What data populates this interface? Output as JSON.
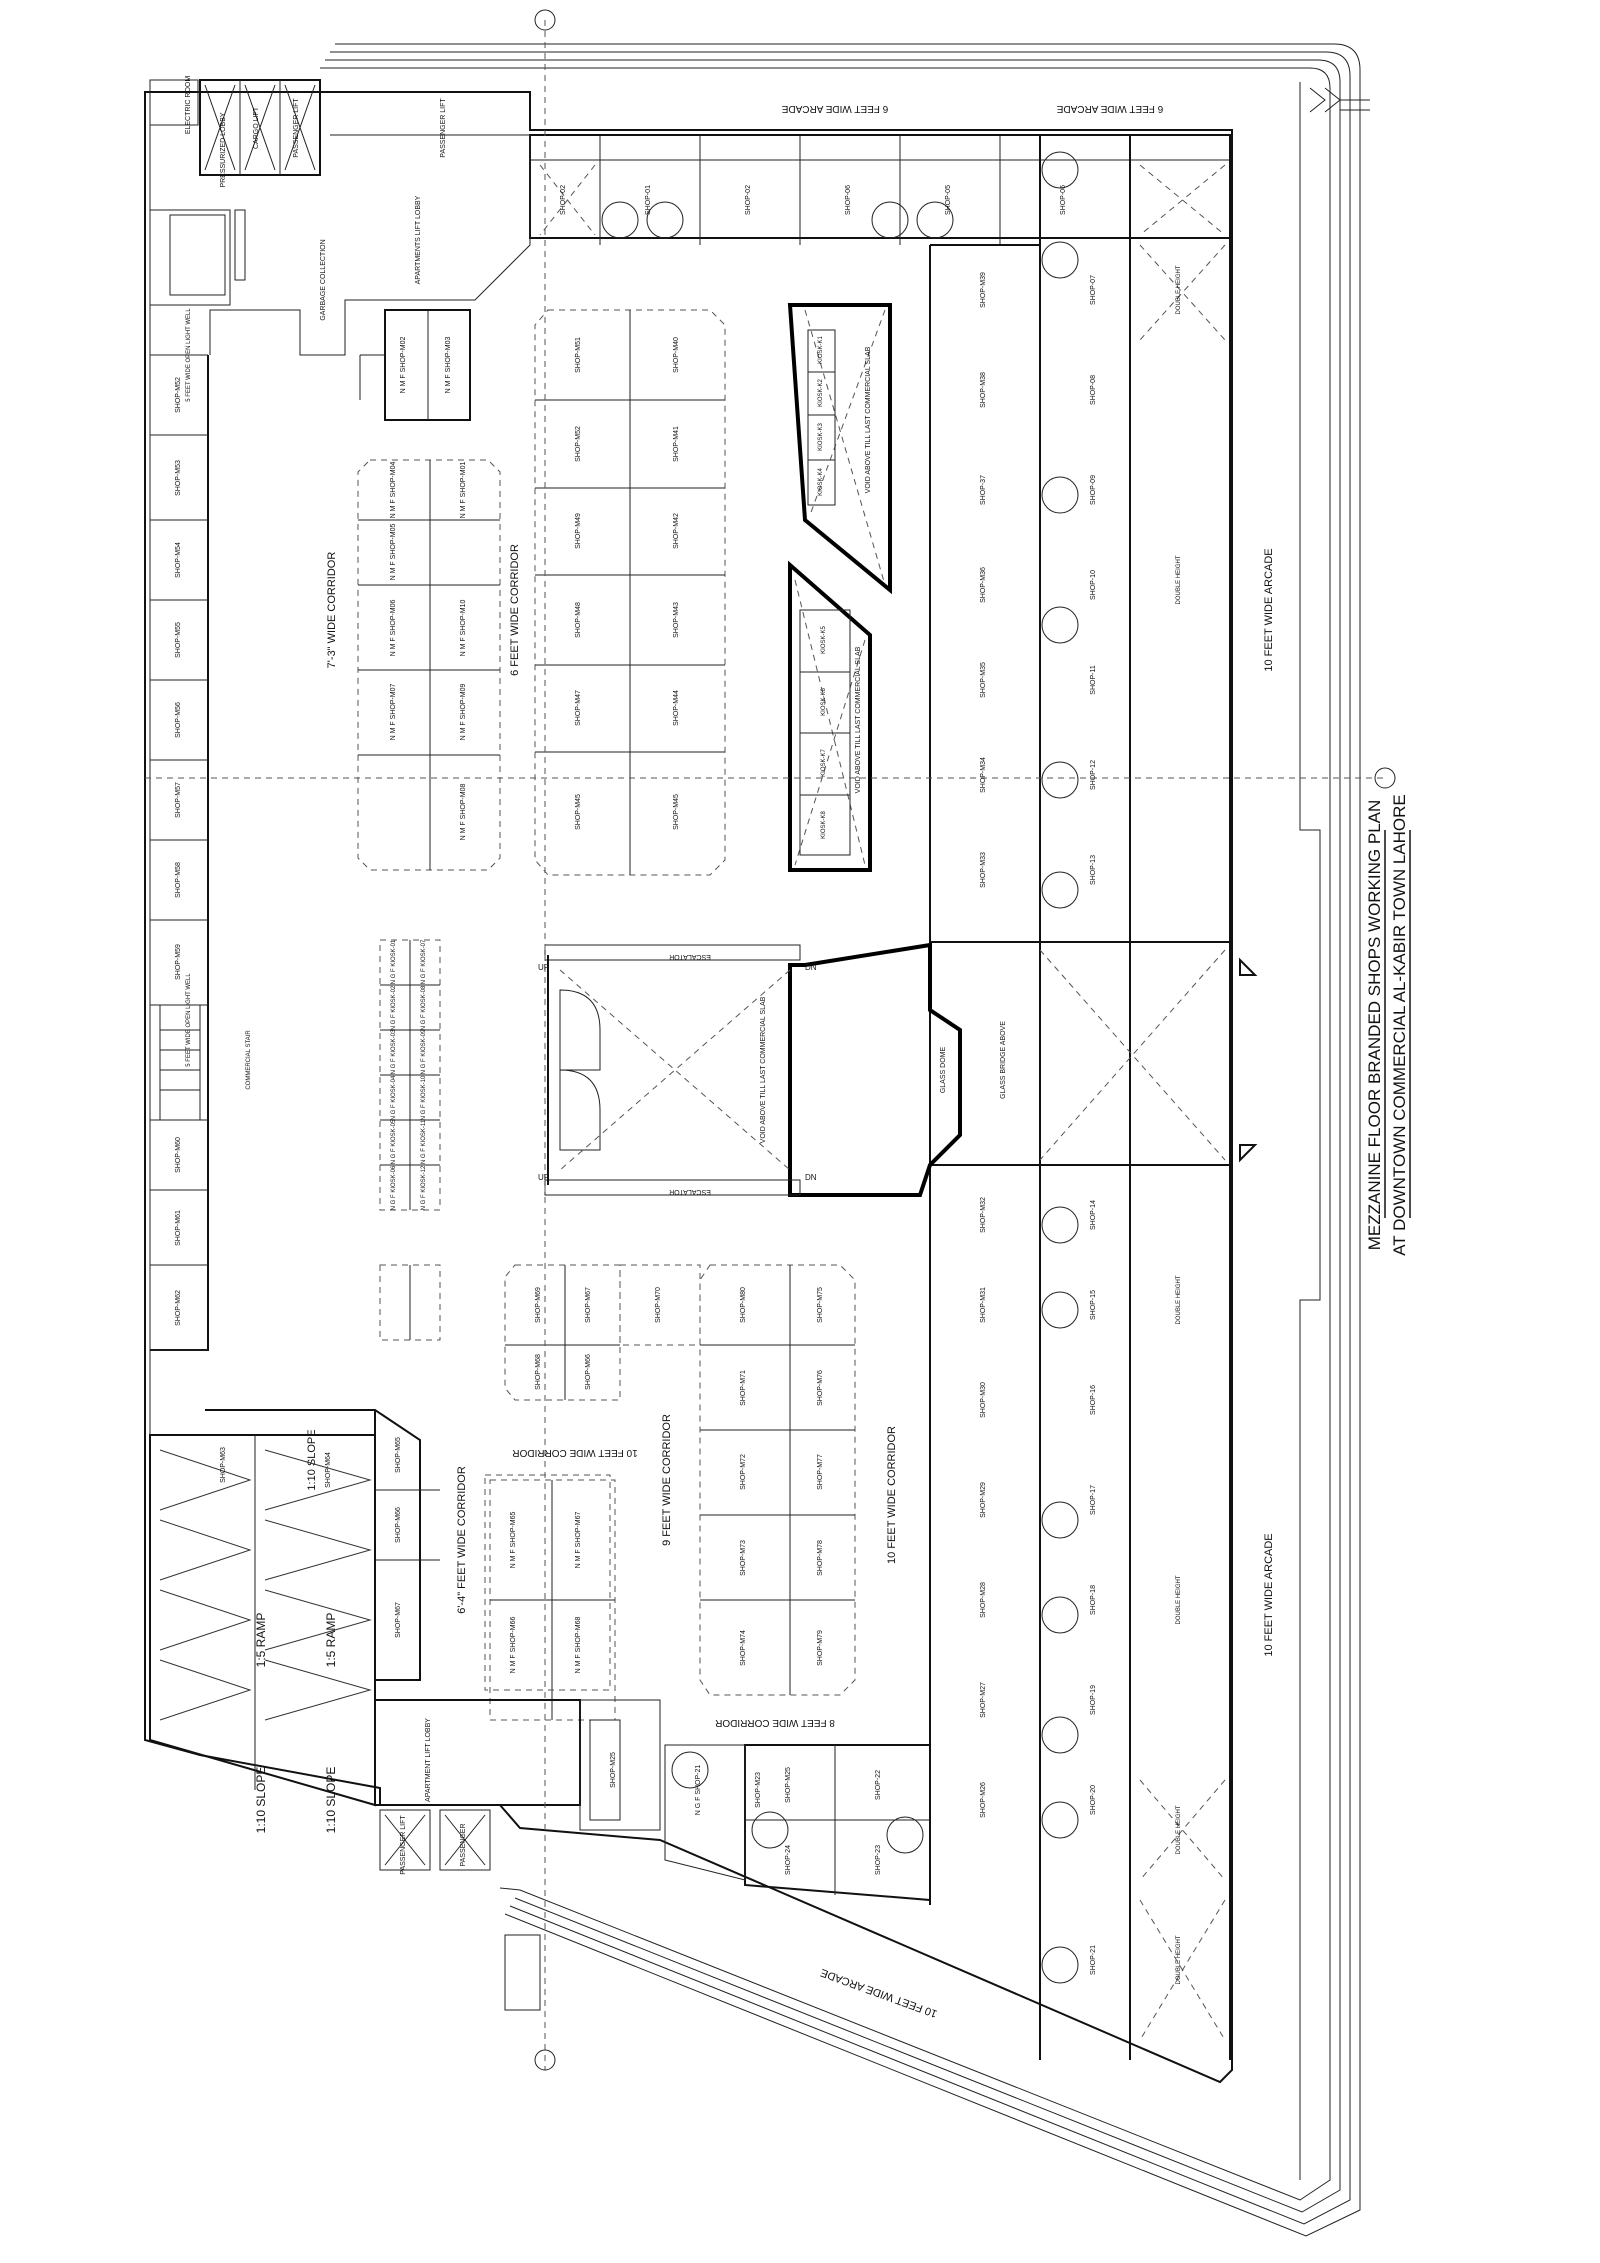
{
  "drawing": {
    "title_line1": "MEZZANINE FLOOR BRANDED SHOPS WORKING PLAN",
    "title_line2": "AT DOWNTOWN COMMERCIAL AL-KABIR TOWN LAHORE"
  },
  "labels": {
    "arcade_6_a": "6 FEET WIDE ARCADE",
    "arcade_6_b": "6 FEET WIDE ARCADE",
    "arcade_10_right_upper": "10 FEET WIDE ARCADE",
    "arcade_10_right_lower": "10 FEET WIDE ARCADE",
    "arcade_10_bottom": "10 FEET WIDE ARCADE",
    "corridor_7_3": "7'-3\" WIDE CORRIDOR",
    "corridor_6": "6 FEET WIDE CORRIDOR",
    "corridor_10_right": "10 FEET WIDE CORRIDOR",
    "corridor_10_top": "10 FEET WIDE CORRIDOR",
    "corridor_9": "9 FEET WIDE CORRIDOR",
    "corridor_6_4": "6'-4\" FEET WIDE CORRIDOR",
    "corridor_8": "8 FEET WIDE CORRIDOR",
    "ramp_1": "1:5 RAMP",
    "ramp_2": "1:5 RAMP",
    "slope_1": "1:10 SLOPE",
    "slope_2": "1:10 SLOPE",
    "slope_3": "1:10 SLOPE",
    "garbage": "GARBAGE COLLECTION",
    "apartments_lobby": "APARTMENTS LIFT LOBBY",
    "apartment_lobby_2": "APARTMENT LIFT LOBBY",
    "pressurized_lobby": "PRESSURIZED LOBBY",
    "electric_room": "ELECTRIC ROOM",
    "cargo_lift": "CARGO LIFT",
    "passenger_1": "PASSENGER LIFT",
    "passenger_2": "PASSENGER LIFT",
    "passenger_3": "PASSENGER LIFT",
    "passenger_4": "PASSENGER",
    "void_main": "VOID ABOVE TILL LAST COMMERCIAL SLAB",
    "void_upper": "VOID ABOVE TILL LAST COMMERCIAL SLAB",
    "void_mid": "VOID ABOVE TILL LAST COMMERCIAL SLAB",
    "escalator_1": "ESCALATOR",
    "escalator_2": "ESCALATOR",
    "glass_dome": "GLASS DOME",
    "glass_bridge": "GLASS BRIDGE ABOVE",
    "light_well_top": "5 FEET WIDE OPEN LIGHT WELL",
    "light_well_mid": "5 FEET WIDE OPEN LIGHT WELL",
    "commercial_stair": "COMMERCIAL STAIR",
    "up": "UP",
    "dn": "DN",
    "double_height": "DOUBLE HEIGHT"
  },
  "left_shops": [
    "SHOP-M52",
    "SHOP-M53",
    "SHOP-M54",
    "SHOP-M55",
    "SHOP-M56",
    "SHOP-M57",
    "SHOP-M58",
    "SHOP-M59",
    "SHOP-M60",
    "SHOP-M61",
    "SHOP-M62"
  ],
  "top_shops": [
    "SHOP-02",
    "SHOP-01",
    "SHOP-02",
    "SHOP-06",
    "SHOP-05",
    "SHOP-06"
  ],
  "right_col_a_upper": [
    "SHOP-M39",
    "SHOP-M38",
    "SHOP-37",
    "SHOP-M36",
    "SHOP-M35",
    "SHOP-M34",
    "SHOP-M33"
  ],
  "right_col_b_upper": [
    "SHOP-07",
    "SHOP-08",
    "SHOP-09",
    "SHOP-10",
    "SHOP-11",
    "SHOP-12",
    "SHOP-13"
  ],
  "right_col_a_lower": [
    "SHOP-M32",
    "SHOP-M31",
    "SHOP-M30",
    "SHOP-M29",
    "SHOP-M28",
    "SHOP-M27",
    "SHOP-M26"
  ],
  "right_col_b_lower": [
    "SHOP-14",
    "SHOP-15",
    "SHOP-16",
    "SHOP-17",
    "SHOP-18",
    "SHOP-19",
    "SHOP-20"
  ],
  "bottom_shops": [
    "SHOP-M25",
    "SHOP-24",
    "SHOP-22",
    "SHOP-23",
    "SHOP-21"
  ],
  "nmf_upper": [
    "N M F SHOP-M04",
    "N M F SHOP-M05",
    "N M F SHOP-M06",
    "N M F SHOP-M07",
    "N M F SHOP-M01",
    "N M F SHOP-M10",
    "N M F SHOP-M09",
    "N M F SHOP-M08"
  ],
  "nmf_top": [
    "N M F SHOP-M02",
    "N M F SHOP-M03"
  ],
  "center_shops_left": [
    "SHOP-M51",
    "SHOP-M52",
    "SHOP-M49",
    "SHOP-M48",
    "SHOP-M47",
    "SHOP-M45"
  ],
  "center_shops_right": [
    "SHOP-M40",
    "SHOP-M41",
    "SHOP-M42",
    "SHOP-M43",
    "SHOP-M44",
    "SHOP-M45"
  ],
  "kiosks_upper": [
    "KIOSK-K1",
    "KIOSK-K2",
    "KIOSK-K3",
    "KIOSK-K4"
  ],
  "kiosks_mid": [
    "KIOSK-K5",
    "KIOSK-K6",
    "KIOSK-K7",
    "KIOSK-K8"
  ],
  "kiosks_left": [
    "N G F KIOSK-01",
    "N G F KIOSK-02",
    "N G F KIOSK-03",
    "N G F KIOSK-04",
    "N G F KIOSK-05",
    "N G F KIOSK-06",
    "N G F KIOSK-07",
    "N G F KIOSK-08",
    "N G F KIOSK-09",
    "N G F KIOSK-10",
    "N G F KIOSK-11",
    "N G F KIOSK-12"
  ],
  "lower_center_shops": [
    "SHOP-M69",
    "SHOP-M68",
    "SHOP-M67",
    "SHOP-M66",
    "SHOP-M70",
    "SHOP-M71",
    "SHOP-M72",
    "SHOP-M73",
    "SHOP-M74",
    "SHOP-M75",
    "SHOP-M76",
    "SHOP-M77",
    "SHOP-M78",
    "SHOP-M79",
    "SHOP-M80"
  ],
  "lower_left_shops": [
    "SHOP-M63",
    "SHOP-M64",
    "SHOP-M65",
    "SHOP-M66",
    "SHOP-M67"
  ],
  "nmf_lower": [
    "N M F SHOP-M65",
    "N M F SHOP-M66",
    "N M F SHOP-M67",
    "N M F SHOP-M68"
  ],
  "ngf_lower": [
    "N G F SHOP-21",
    "SHOP-M25",
    "SHOP-M23"
  ]
}
